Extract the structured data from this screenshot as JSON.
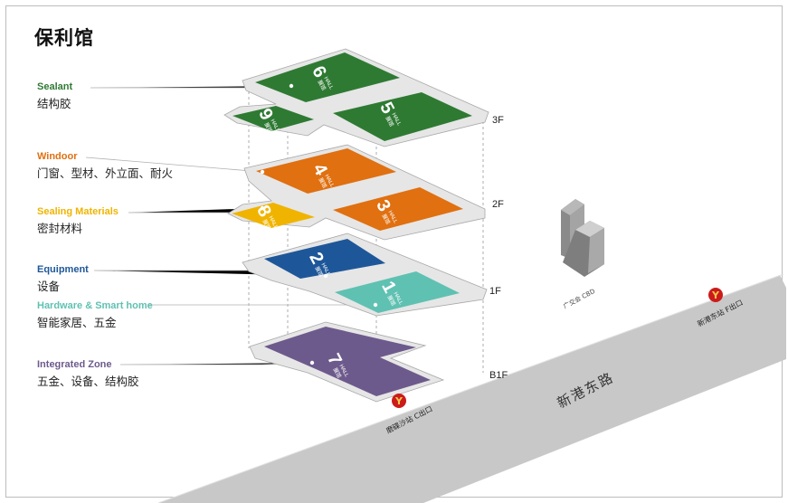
{
  "title": "保利馆",
  "colors": {
    "green": "#2f7a33",
    "orange": "#e07010",
    "yellow": "#f0b400",
    "blue": "#1e5799",
    "teal": "#5fc1b2",
    "purple": "#6d5a8c",
    "road": "#c8c8c8",
    "metro": "#cc1b1b"
  },
  "categories": [
    {
      "en": "Sealant",
      "cn": "结构胶",
      "color": "#2f7a33"
    },
    {
      "en": "Windoor",
      "cn": "门窗、型材、外立面、耐火",
      "color": "#e07010"
    },
    {
      "en": "Sealing Materials",
      "cn": "密封材料",
      "color": "#f0b400"
    },
    {
      "en": "Equipment",
      "cn": "设备",
      "color": "#1e5799"
    },
    {
      "en": "Hardware & Smart home",
      "cn": "智能家居、五金",
      "color": "#5fc1b2"
    },
    {
      "en": "Integrated Zone",
      "cn": "五金、设备、结构胶",
      "color": "#6d5a8c"
    }
  ],
  "floors": [
    "3F",
    "2F",
    "1F",
    "B1F"
  ],
  "halls": [
    {
      "number": "6",
      "en": "HALL",
      "cn": "展馆"
    },
    {
      "number": "9",
      "en": "HALL",
      "cn": "展馆"
    },
    {
      "number": "5",
      "en": "HALL",
      "cn": "展馆"
    },
    {
      "number": "4",
      "en": "HALL",
      "cn": "展馆"
    },
    {
      "number": "8",
      "en": "HALL",
      "cn": "展馆"
    },
    {
      "number": "3",
      "en": "HALL",
      "cn": "展馆"
    },
    {
      "number": "2",
      "en": "HALL",
      "cn": "展馆"
    },
    {
      "number": "1",
      "en": "HALL",
      "cn": "展馆"
    },
    {
      "number": "7",
      "en": "HALL",
      "cn": "展馆"
    }
  ],
  "road": "新港东路",
  "metro_exits": [
    "新港东站 F出口",
    "磨碟沙站 C出口"
  ],
  "landmark": "广交会 CBD"
}
